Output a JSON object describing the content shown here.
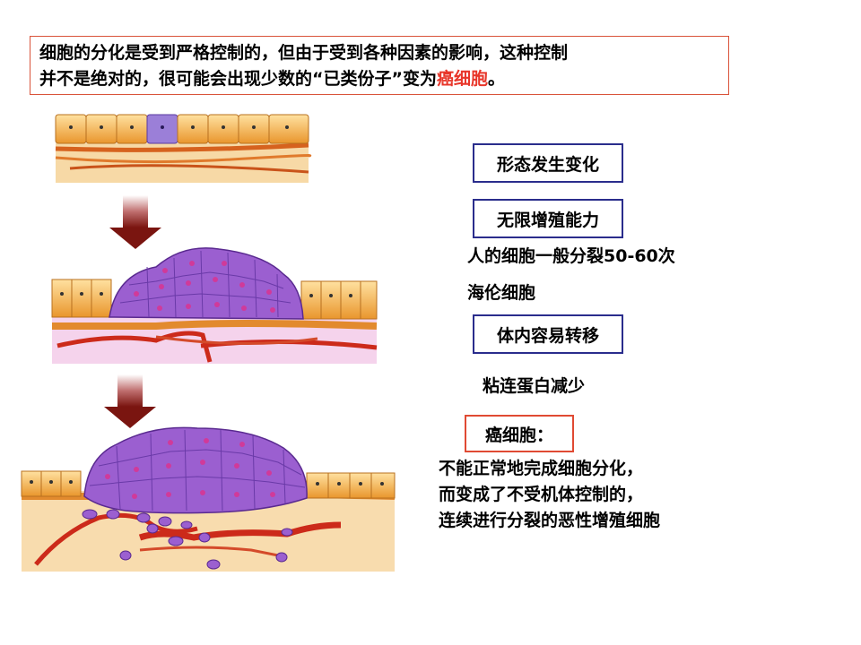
{
  "intro": {
    "line1": "细胞的分化是受到严格控制的，但由于受到各种因素的影响，这种控制",
    "line2_pre": "并不是绝对的，很可能会出现少数的“已类份子”变为",
    "line2_highlight": "癌细胞",
    "line2_post": "。"
  },
  "features": {
    "shape_change": "形态发生变化",
    "unlimited_growth": "无限增殖能力",
    "division_note": "人的细胞一般分裂50-60次",
    "hela_note": "海伦细胞",
    "easy_metastasis": "体内容易转移",
    "adhesion_note": "粘连蛋白减少"
  },
  "cancer_cell": {
    "label": "癌细胞：",
    "definition_lines": [
      "不能正常地完成细胞分化，",
      "而变成了不受机体控制的，",
      "连续进行分裂的恶性增殖细胞"
    ]
  },
  "colors": {
    "accent_red": "#e8362a",
    "box_blue": "#2a2d8c",
    "cell_orange": "#f3b24a",
    "cancer_purple": "#9b5fd0",
    "vessel_red": "#cc2a1a",
    "arrow_dark": "#7a1510"
  }
}
